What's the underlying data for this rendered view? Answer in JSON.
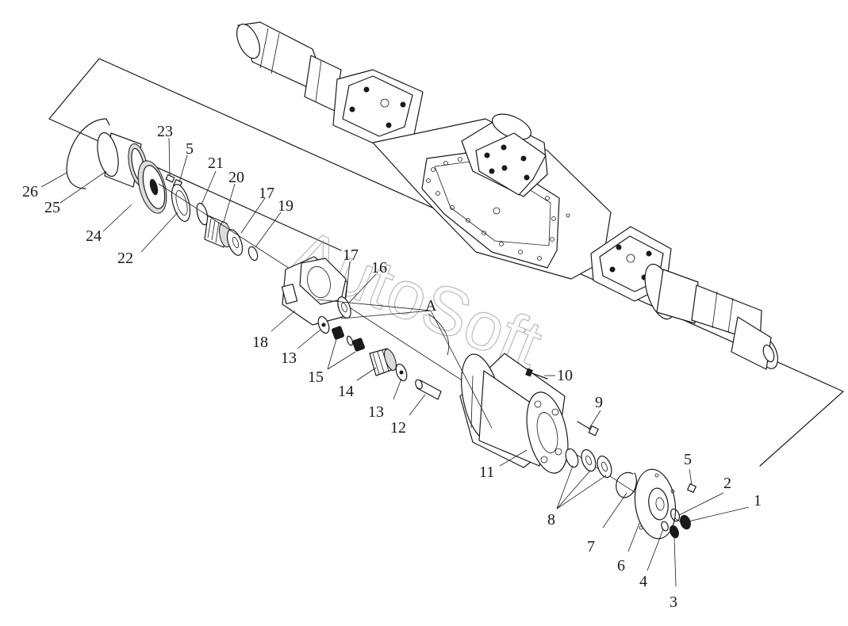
{
  "watermark": "AutoSoft",
  "detail_marker": "A",
  "callouts": [
    {
      "id": "c26",
      "text": "26"
    },
    {
      "id": "c25",
      "text": "25"
    },
    {
      "id": "c24",
      "text": "24"
    },
    {
      "id": "c23",
      "text": "23"
    },
    {
      "id": "c5a",
      "text": "5"
    },
    {
      "id": "c22",
      "text": "22"
    },
    {
      "id": "c21",
      "text": "21"
    },
    {
      "id": "c20",
      "text": "20"
    },
    {
      "id": "c17a",
      "text": "17"
    },
    {
      "id": "c19",
      "text": "19"
    },
    {
      "id": "c17b",
      "text": "17"
    },
    {
      "id": "c16",
      "text": "16"
    },
    {
      "id": "c18",
      "text": "18"
    },
    {
      "id": "c13a",
      "text": "13"
    },
    {
      "id": "c15",
      "text": "15"
    },
    {
      "id": "c14",
      "text": "14"
    },
    {
      "id": "c13b",
      "text": "13"
    },
    {
      "id": "c12",
      "text": "12"
    },
    {
      "id": "c10",
      "text": "10"
    },
    {
      "id": "c9",
      "text": "9"
    },
    {
      "id": "c11",
      "text": "11"
    },
    {
      "id": "c8",
      "text": "8"
    },
    {
      "id": "c7",
      "text": "7"
    },
    {
      "id": "c5b",
      "text": "5"
    },
    {
      "id": "c6",
      "text": "6"
    },
    {
      "id": "c4",
      "text": "4"
    },
    {
      "id": "c3",
      "text": "3"
    },
    {
      "id": "c2",
      "text": "2"
    },
    {
      "id": "c1",
      "text": "1"
    }
  ]
}
